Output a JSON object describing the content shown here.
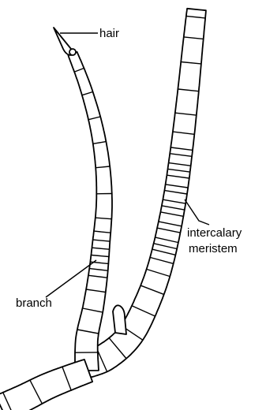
{
  "labels": {
    "hair": "hair",
    "branch": "branch",
    "meristem_line1": "intercalary",
    "meristem_line2": "meristem"
  },
  "colors": {
    "ink": "#000000",
    "background": "#ffffff"
  }
}
